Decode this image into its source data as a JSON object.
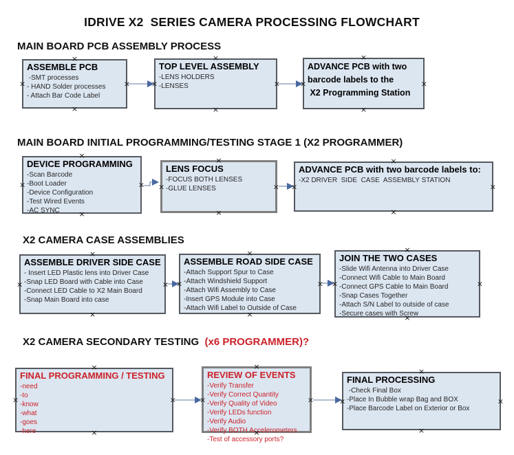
{
  "title": "IDRIVE X2  SERIES CAMERA PROCESSING FLOWCHART",
  "anchor_glyph": "×",
  "colors": {
    "box_fill": "#dce6f1",
    "box_border": "#54595f",
    "box_border_thick": "#7f7f7f",
    "red_text": "#cc2128",
    "arrow_line": "#98a6c0",
    "arrow_head": "#4a69a1"
  },
  "sections": [
    {
      "header": "MAIN BOARD PCB ASSEMBLY PROCESS",
      "header_suffix": "",
      "boxes": [
        {
          "title": "ASSEMBLE PCB",
          "lines": [
            " -SMT processes",
            "- HAND Solder processes",
            "- Attach Bar Code Label"
          ]
        },
        {
          "title": "TOP LEVEL ASSEMBLY",
          "lines": [
            "-LENS HOLDERS",
            "-LENSES"
          ]
        },
        {
          "title": "ADVANCE PCB with two",
          "lines": [
            "barcode labels to the",
            " X2 Programming Station"
          ]
        }
      ]
    },
    {
      "header": "MAIN BOARD INITIAL PROGRAMMING/TESTING STAGE 1 (X2 PROGRAMMER)",
      "header_suffix": "",
      "boxes": [
        {
          "title": "DEVICE PROGRAMMING",
          "lines": [
            "-Scan Barcode",
            "-Boot Loader",
            "-Device Configuration",
            "-Test Wired Events",
            "-AC SYNC"
          ]
        },
        {
          "title": "LENS FOCUS",
          "lines": [
            "-FOCUS BOTH LENSES",
            "-GLUE LENSES"
          ]
        },
        {
          "title": "ADVANCE PCB with two barcode labels to:",
          "lines": [
            "-X2 DRIVER  SIDE  CASE  ASSEMBLY STATION"
          ]
        }
      ]
    },
    {
      "header": "X2 CAMERA CASE ASSEMBLIES",
      "header_suffix": "",
      "boxes": [
        {
          "title": "ASSEMBLE DRIVER SIDE CASE",
          "lines": [
            "- Insert LED Plastic lens into Driver Case",
            "-Snap LED Board with Cable into Case",
            "-Connect LED Cable to X2 Main Board",
            "-Snap Main Board into case"
          ]
        },
        {
          "title": "ASSEMBLE ROAD SIDE CASE",
          "lines": [
            "-Attach Support Spur to Case",
            "-Attach Windshield Support",
            "-Attach Wifi Assembly to Case",
            "-Insert GPS Module into Case",
            "-Attach Wifi Label to Outside of Case"
          ]
        },
        {
          "title": "JOIN THE TWO CASES",
          "lines": [
            "-Slide Wifi Antenna into Driver Case",
            "-Connect Wifi Cable to Main Board",
            "-Connect GPS Cable to Main Board",
            "-Snap Cases Together",
            "-Attach S/N Label to outside of case",
            "-Secure cases with Screw"
          ]
        }
      ]
    },
    {
      "header": "X2 CAMERA SECONDARY TESTING ",
      "header_suffix": " (x6 PROGRAMMER)?",
      "boxes": [
        {
          "title": "FINAL PROGRAMMING / TESTING",
          "lines": [
            "-need",
            "-to",
            "-know",
            "-what",
            "-goes",
            "-here"
          ]
        },
        {
          "title": "REVIEW OF EVENTS",
          "lines": [
            "-Verify Transfer",
            "-Verify Correct Quantity",
            "-Verify Quality of Video",
            "-Verify LEDs function",
            "-Verify Audio",
            "-Verify BOTH Accelerometers",
            "-Test of accessory ports?"
          ]
        },
        {
          "title": "FINAL PROCESSING",
          "lines": [
            " -Check Final Box",
            "-Place In Bubble wrap Bag and BOX",
            "-Place Barcode Label on Exterior or Box"
          ]
        }
      ]
    }
  ]
}
